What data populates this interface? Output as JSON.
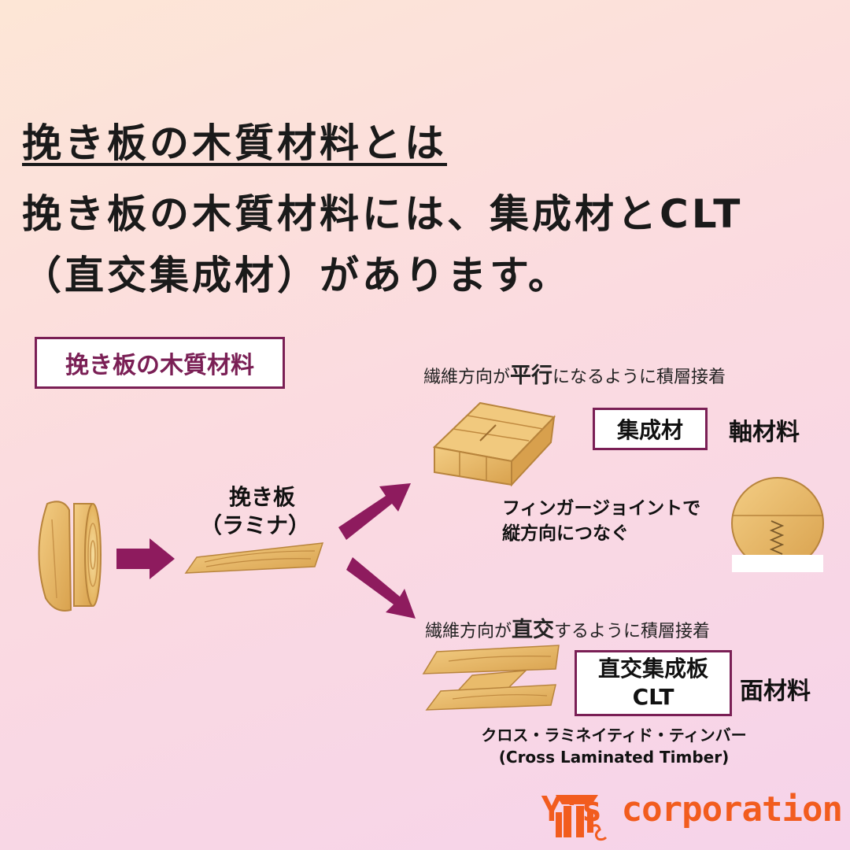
{
  "heading": "挽き板の木質材料とは",
  "body": {
    "line1": "挽き板の木質材料には、集成材とCLT",
    "line2": "（直交集成材）があります。"
  },
  "diagram": {
    "title": "挽き板の木質材料",
    "lamina": {
      "line1": "挽き板",
      "line2": "（ラミナ）"
    },
    "parallel": {
      "pre": "繊維方向が",
      "bold": "平行",
      "post": "になるように積層接着"
    },
    "glulam_label": "集成材",
    "axial_label": "軸材料",
    "finger": {
      "line1": "フィンガージョイントで",
      "line2": "縦方向につなぐ"
    },
    "cross": {
      "pre": "繊維方向が",
      "bold": "直交",
      "post": "するように積層接着"
    },
    "clt_label": {
      "line1": "直交集成板",
      "line2": "CLT"
    },
    "panel_label": "面材料",
    "clt_note": {
      "line1": "クロス・ラミネイティド・ティンバー",
      "line2": "(Cross Laminated Timber)"
    }
  },
  "logo": {
    "text": "Y's corporation"
  },
  "colors": {
    "accent": "#7a1f55",
    "wood": "#e8b864",
    "logo": "#f25c1e"
  }
}
